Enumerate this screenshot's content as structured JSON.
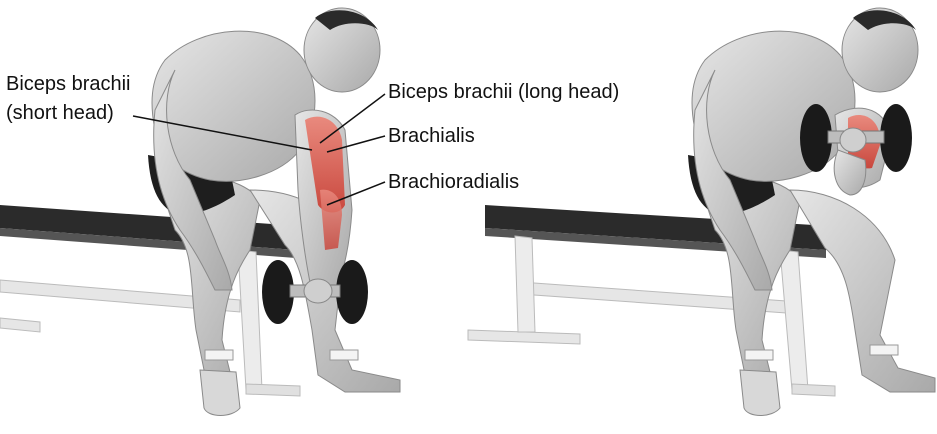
{
  "labels": {
    "biceps_short_line1": "Biceps brachii",
    "biceps_short_line2": "(short head)",
    "biceps_long": "Biceps brachii (long head)",
    "brachialis": "Brachialis",
    "brachioradialis": "Brachioradialis"
  },
  "colors": {
    "muscle_highlight": "#d9645a",
    "bench_pad": "#2b2b2b",
    "body_grey": "#cfcfcf",
    "dumbbell": "#1a1a1a"
  }
}
